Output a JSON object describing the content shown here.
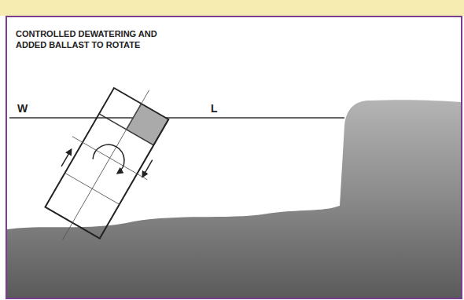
{
  "diagram": {
    "title": "CONTROLLED DEWATERING AND ADDED BALLAST TO ROTATE",
    "labels": [
      "W",
      "L"
    ]
  }
}
